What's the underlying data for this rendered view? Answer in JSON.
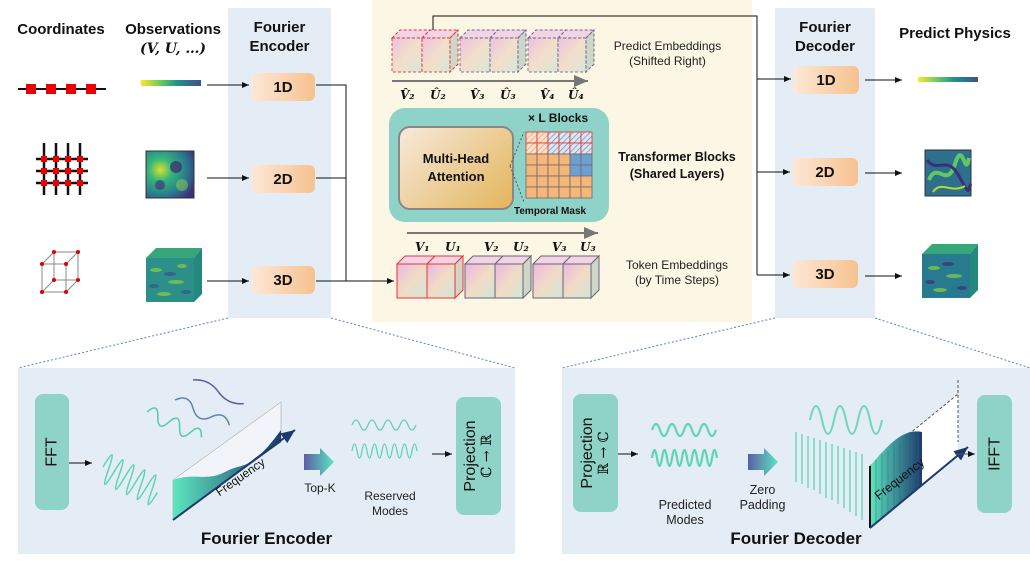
{
  "headers": {
    "coordinates": "Coordinates",
    "observations": "Observations",
    "observations_vars": "(V, U, …)",
    "fourier_encoder": "Fourier\nEncoder",
    "fourier_decoder": "Fourier\nDecoder",
    "predict_physics": "Predict Physics"
  },
  "encoder_boxes": [
    "1D",
    "2D",
    "3D"
  ],
  "decoder_boxes": [
    "1D",
    "2D",
    "3D"
  ],
  "transformer": {
    "predict_label_1": "Predict Embeddings",
    "predict_label_2": "(Shifted Right)",
    "predict_tokens": [
      "V̂₂",
      "Û₂",
      "V̂₃",
      "Û₃",
      "V̂₄",
      "Û₄"
    ],
    "blocks_label": "× L Blocks",
    "mha_label_1": "Multi-Head",
    "mha_label_2": "Attention",
    "temporal_mask": "Temporal Mask",
    "transformer_label_1": "Transformer Blocks",
    "transformer_label_2": "(Shared Layers)",
    "input_tokens": [
      "V₁",
      "U₁",
      "V₂",
      "U₂",
      "V₃",
      "U₃"
    ],
    "token_label_1": "Token Embeddings",
    "token_label_2": "(by Time Steps)"
  },
  "encoder_detail": {
    "fft": "FFT",
    "frequency": "Frequency",
    "topk": "Top-K",
    "reserved_1": "Reserved",
    "reserved_2": "Modes",
    "projection": "Projection",
    "projection_map": "ℂ → ℝ",
    "title": "Fourier Encoder"
  },
  "decoder_detail": {
    "projection": "Projection",
    "projection_map": "ℝ → ℂ",
    "predicted_1": "Predicted",
    "predicted_2": "Modes",
    "zero_1": "Zero",
    "zero_2": "Padding",
    "frequency": "Frequency",
    "ifft": "IFFT",
    "title": "Fourier Decoder"
  },
  "colors": {
    "panel": "#e4ecf5",
    "transformer_bg": "#fcf6e4",
    "teal": "#8fd2c7",
    "box_orange": "#f6c28f"
  }
}
